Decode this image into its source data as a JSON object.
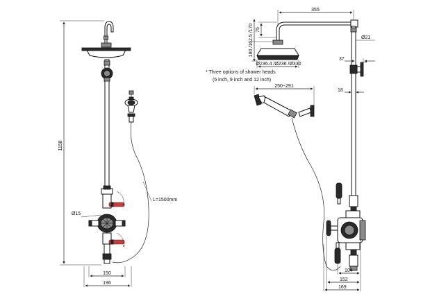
{
  "dimensions": {
    "front_height": "1158",
    "hose_length": "L=1500mm",
    "pipe_diameter": "Ø15",
    "width_150": "150",
    "width_196": "196",
    "arm_length": "355",
    "arm_drop": "75",
    "head_height": "180 /162.5 /170",
    "head_diameter": "Ø236.4 /Ø236 /Ø330",
    "riser_diameter": "Ø21",
    "bracket_37": "37",
    "bracket_18": "18",
    "hand_shower_span": "250~291",
    "depth_104": "104",
    "depth_152": "152",
    "depth_169": "169"
  },
  "notes": {
    "line1": "* Three options of shower heads",
    "line2": "(6 inch, 9 inch and 12 inch)"
  }
}
